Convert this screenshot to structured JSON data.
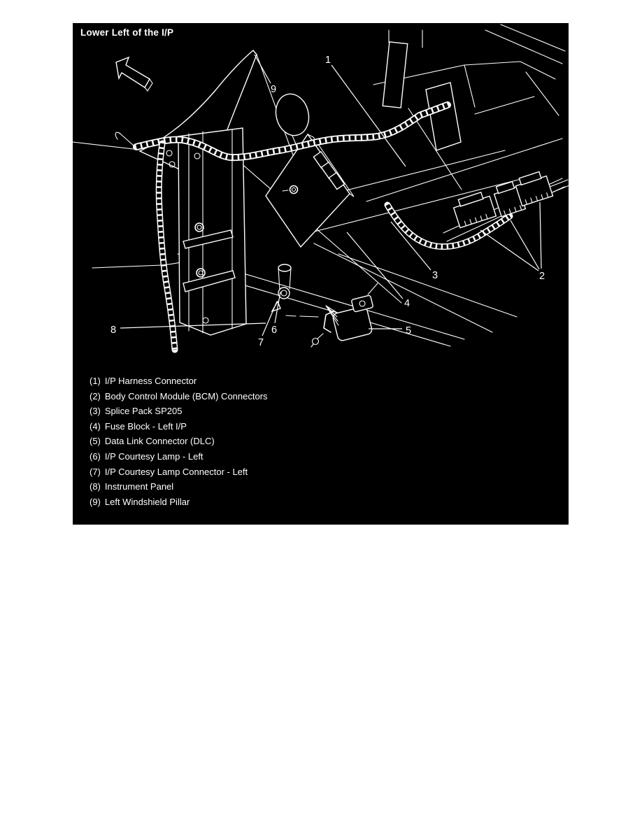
{
  "panel": {
    "title": "Lower Left of the I/P",
    "background_color": "#000000",
    "ink_color": "#ffffff"
  },
  "diagram": {
    "direction_arrow_icon": "arrow-up-left",
    "callouts": [
      {
        "number": "1"
      },
      {
        "number": "2"
      },
      {
        "number": "3"
      },
      {
        "number": "4"
      },
      {
        "number": "5"
      },
      {
        "number": "6"
      },
      {
        "number": "7"
      },
      {
        "number": "8"
      },
      {
        "number": "9"
      }
    ]
  },
  "legend": {
    "items": [
      {
        "ref": "(1)",
        "label": "I/P Harness Connector"
      },
      {
        "ref": "(2)",
        "label": "Body Control Module (BCM) Connectors"
      },
      {
        "ref": "(3)",
        "label": "Splice Pack SP205"
      },
      {
        "ref": "(4)",
        "label": "Fuse Block - Left I/P"
      },
      {
        "ref": "(5)",
        "label": "Data Link Connector (DLC)"
      },
      {
        "ref": "(6)",
        "label": "I/P Courtesy Lamp - Left"
      },
      {
        "ref": "(7)",
        "label": "I/P Courtesy Lamp Connector - Left"
      },
      {
        "ref": "(8)",
        "label": "Instrument Panel"
      },
      {
        "ref": "(9)",
        "label": "Left Windshield Pillar"
      }
    ]
  }
}
